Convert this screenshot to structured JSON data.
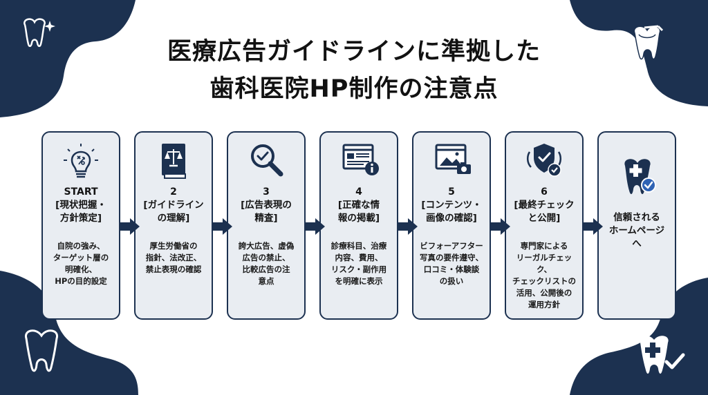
{
  "title": {
    "line1": "医療広告ガイドラインに準拠した",
    "line2": "歯科医院HP制作の注意点"
  },
  "colors": {
    "navy": "#1c3150",
    "card_bg": "#e9edf2",
    "accent_blue": "#2f63b4"
  },
  "steps": [
    {
      "step": "START",
      "head1": "[現状把握・",
      "head2": "方針策定]",
      "desc1": "自院の強み、",
      "desc2": "ターゲット層の",
      "desc3": "明確化、",
      "desc4": "HPの目的設定",
      "icon": "lightbulb-strategy-icon"
    },
    {
      "step": "2",
      "head1": "[ガイドライン",
      "head2": "の理解]",
      "desc1": "厚生労働省の",
      "desc2": "指針、法改正、",
      "desc3": "禁止表現の確認",
      "icon": "law-book-icon"
    },
    {
      "step": "3",
      "head1": "[広告表現の",
      "head2": "精査]",
      "desc1": "誇大広告、虚偽",
      "desc2": "広告の禁止、",
      "desc3": "比較広告の注",
      "desc4": "意点",
      "icon": "magnifier-check-icon"
    },
    {
      "step": "4",
      "head1": "[正確な情",
      "head2": "報の掲載]",
      "desc1": "診療科目、治療",
      "desc2": "内容、費用、",
      "desc3": "リスク・副作用",
      "desc4": "を明確に表示",
      "icon": "webpage-info-icon"
    },
    {
      "step": "5",
      "head1": "[コンテンツ・",
      "head2": "画像の確認]",
      "desc1": "ビフォーアフター",
      "desc2": "写真の要件遵守、",
      "desc3": "口コミ・体験談",
      "desc4": "の扱い",
      "icon": "image-camera-icon"
    },
    {
      "step": "6",
      "head1": "[最終チェック",
      "head2": "と公開]",
      "desc1": "専門家による",
      "desc2": "リーガルチェック、",
      "desc3": "チェックリストの",
      "desc4": "活用、公開後の",
      "desc5": "運用方針",
      "icon": "shield-check-icon"
    }
  ],
  "goal": {
    "line1": "信頼される",
    "line2": "ホームページ",
    "line3": "へ",
    "icon": "tooth-cross-check-icon"
  }
}
